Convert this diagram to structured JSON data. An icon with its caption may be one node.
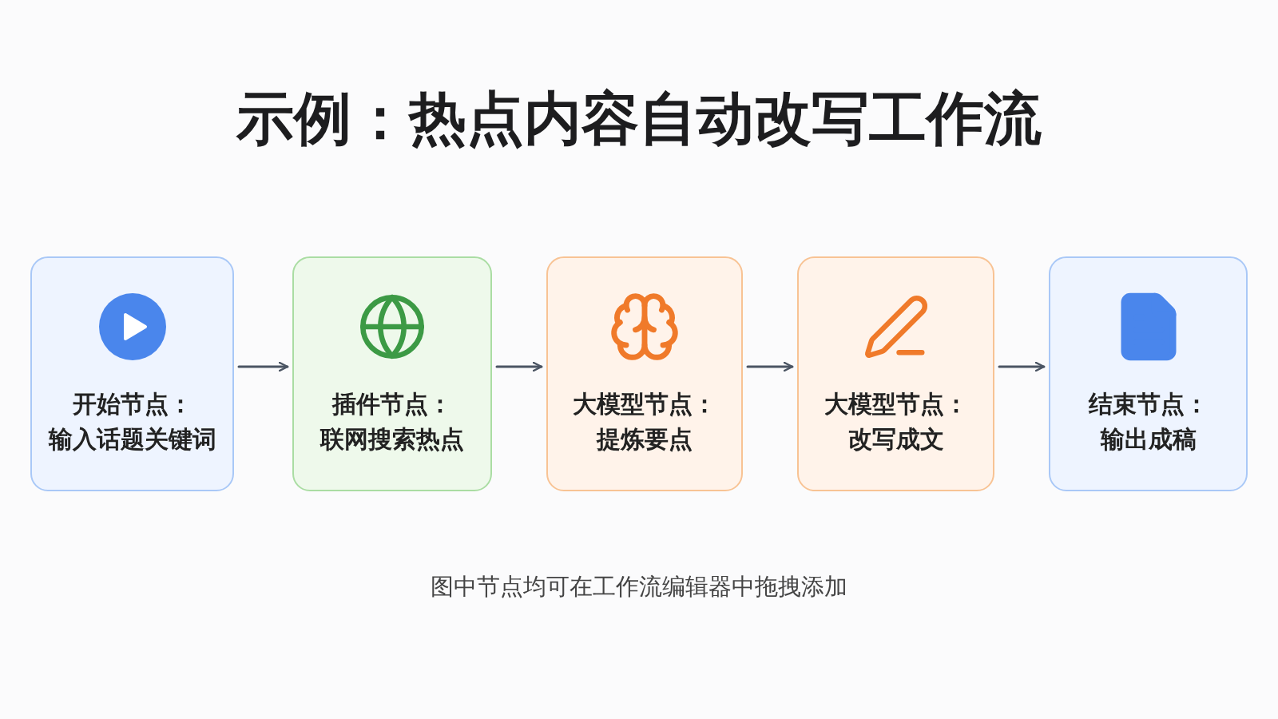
{
  "diagram": {
    "title": "示例：热点内容自动改写工作流",
    "nodes": [
      {
        "text": [
          "开始节点：",
          "输入话题关键词"
        ]
      },
      {
        "text": [
          "插件节点：",
          "联网搜索热点"
        ]
      },
      {
        "text": [
          "大模型节点：",
          "提炼要点"
        ]
      },
      {
        "text": [
          "大模型节点：",
          "改写成文"
        ]
      },
      {
        "text": [
          "结束节点：",
          "输出成稿"
        ]
      }
    ],
    "edges": [
      {
        "from": 0,
        "to": 1,
        "arrow": "to"
      },
      {
        "from": 1,
        "to": 2,
        "arrow": "to"
      },
      {
        "from": 2,
        "to": 3,
        "arrow": "to"
      },
      {
        "from": 3,
        "to": 4,
        "arrow": "to"
      }
    ],
    "caption": "图中节点均可在工作流编辑器中拖拽添加"
  }
}
